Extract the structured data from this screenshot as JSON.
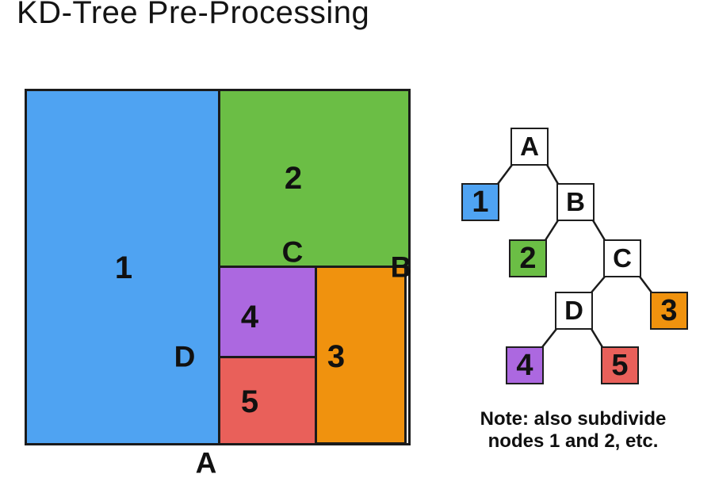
{
  "title": "KD-Tree Pre-Processing",
  "colors": {
    "blue": "#4FA3F2",
    "green": "#6BBE45",
    "orange": "#F0920E",
    "purple": "#AC68E0",
    "red": "#E9605A",
    "line": "#1b1b1b"
  },
  "partition": {
    "regions": [
      {
        "label": "1",
        "color": "blue"
      },
      {
        "label": "2",
        "color": "green"
      },
      {
        "label": "3",
        "color": "orange"
      },
      {
        "label": "4",
        "color": "purple"
      },
      {
        "label": "5",
        "color": "red"
      }
    ],
    "split_labels": {
      "a": "A",
      "b": "B",
      "c": "C",
      "d": "D"
    }
  },
  "tree": {
    "nodes": [
      {
        "id": "A",
        "label": "A",
        "kind": "split"
      },
      {
        "id": "1",
        "label": "1",
        "kind": "leaf",
        "color": "blue"
      },
      {
        "id": "B",
        "label": "B",
        "kind": "split"
      },
      {
        "id": "2",
        "label": "2",
        "kind": "leaf",
        "color": "green"
      },
      {
        "id": "C",
        "label": "C",
        "kind": "split"
      },
      {
        "id": "D",
        "label": "D",
        "kind": "split"
      },
      {
        "id": "3",
        "label": "3",
        "kind": "leaf",
        "color": "orange"
      },
      {
        "id": "4",
        "label": "4",
        "kind": "leaf",
        "color": "purple"
      },
      {
        "id": "5",
        "label": "5",
        "kind": "leaf",
        "color": "red"
      }
    ],
    "edges": [
      [
        "A",
        "1"
      ],
      [
        "A",
        "B"
      ],
      [
        "B",
        "2"
      ],
      [
        "B",
        "C"
      ],
      [
        "C",
        "D"
      ],
      [
        "C",
        "3"
      ],
      [
        "D",
        "4"
      ],
      [
        "D",
        "5"
      ]
    ]
  },
  "note": {
    "line1": "Note: also subdivide",
    "line2": "nodes 1 and 2, etc."
  }
}
